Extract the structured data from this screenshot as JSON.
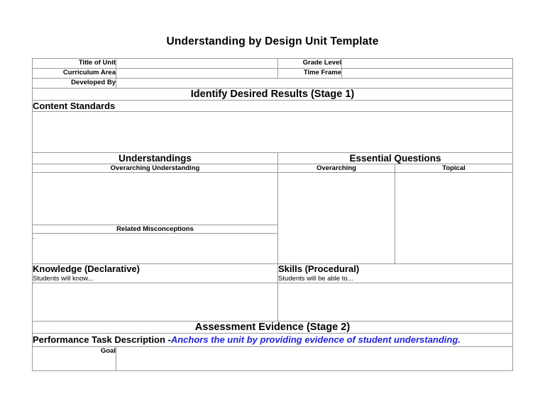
{
  "document": {
    "title": "Understanding by Design Unit Template"
  },
  "header": {
    "title_of_unit_label": "Title of Unit",
    "title_of_unit_value": "",
    "grade_level_label": "Grade Level",
    "grade_level_value": "",
    "curriculum_area_label": "Curriculum Area",
    "curriculum_area_value": "",
    "time_frame_label": "Time Frame",
    "time_frame_value": "",
    "developed_by_label": "Developed By",
    "developed_by_value": ""
  },
  "stage1": {
    "section_title": "Identify Desired Results (Stage 1)",
    "content_standards_label": "Content Standards",
    "content_standards_value": "",
    "understandings_title": "Understandings",
    "essential_questions_title": "Essential Questions",
    "overarching_understanding_label": "Overarching Understanding",
    "overarching_understanding_value": "",
    "overarching_label": "Overarching",
    "overarching_value": "",
    "topical_label": "Topical",
    "topical_value": "",
    "related_misconceptions_label": "Related Misconceptions",
    "related_misconceptions_bullet": ".",
    "related_misconceptions_value": "",
    "knowledge_title": "Knowledge (Declarative)",
    "knowledge_subtitle": "Students will know...",
    "knowledge_value": "",
    "skills_title": "Skills (Procedural)",
    "skills_subtitle": "Students will be able to...",
    "skills_value": ""
  },
  "stage2": {
    "section_title": "Assessment Evidence (Stage 2)",
    "performance_task_label": "Performance Task Description -",
    "performance_task_description": "Anchors the unit by providing evidence of student understanding.",
    "goal_label": "Goal",
    "goal_value": ""
  },
  "colors": {
    "header_band": "#dcdcdc",
    "border": "#9a9a9a",
    "accent_blue": "#2222dd",
    "page_background": "#ffffff"
  }
}
